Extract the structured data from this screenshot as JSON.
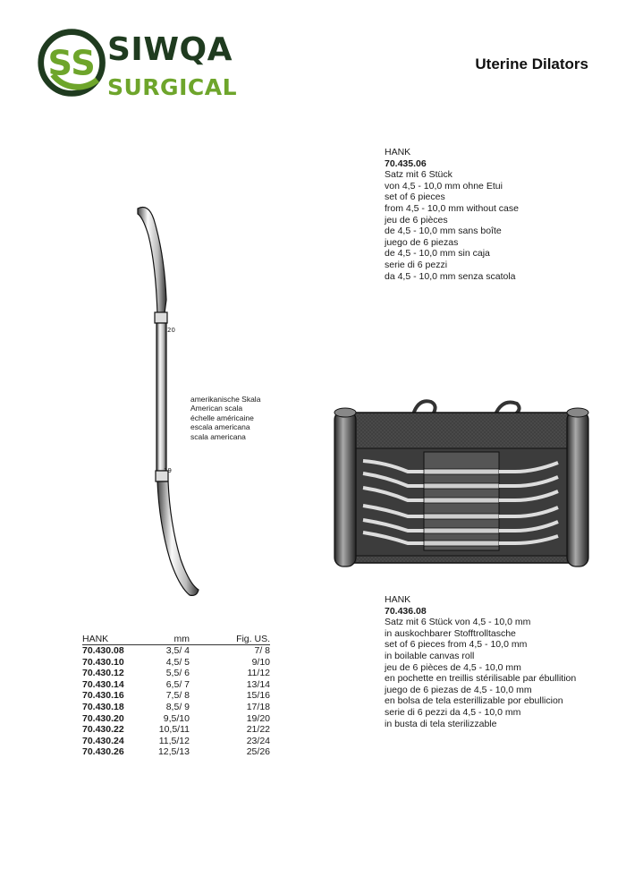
{
  "header": {
    "brand_line1": "SIWQA",
    "brand_line2": "SURGICAL",
    "logo_letters": "SS",
    "title": "Uterine Dilators",
    "colors": {
      "dark_green": "#1f3b1f",
      "light_green": "#6ea52b"
    }
  },
  "product1": {
    "brand": "HANK",
    "code": "70.435.06",
    "lines": [
      "Satz mit 6 Stück",
      "von 4,5 - 10,0 mm ohne Etui",
      "set of 6 pieces",
      "from 4,5 - 10,0 mm without case",
      "jeu de 6 pièces",
      "de 4,5 - 10,0 mm sans boîte",
      "juego de 6 piezas",
      "de 4,5 - 10,0 mm sin caja",
      "serie di 6 pezzi",
      "da 4,5 - 10,0 mm senza scatola"
    ]
  },
  "product2": {
    "brand": "HANK",
    "code": "70.436.08",
    "lines": [
      "Satz mit 6 Stück von 4,5 - 10,0 mm",
      "in auskochbarer Stofftrolltasche",
      "set of 6 pieces from 4,5 - 10,0 mm",
      "in boilable canvas roll",
      "jeu de 6 pièces de 4,5 - 10,0 mm",
      "en pochette en treillis stérilisable par ébullition",
      "juego de 6 piezas de 4,5 - 10,0 mm",
      "en bolsa de tela esterillizable por ebullicion",
      "serie di 6 pezzi da 4,5 - 10,0 mm",
      "in busta di tela sterilizzable"
    ]
  },
  "scale_note": {
    "lines": [
      "amerikanische Skala",
      "American scala",
      "échelle américaine",
      "escala americana",
      "scala americana"
    ]
  },
  "dilator_marks": {
    "top": "20",
    "bottom": "19"
  },
  "table": {
    "headers": [
      "HANK",
      "mm",
      "Fig. US."
    ],
    "rows": [
      [
        "70.430.08",
        "3,5/ 4",
        "7/ 8"
      ],
      [
        "70.430.10",
        "4,5/ 5",
        "9/10"
      ],
      [
        "70.430.12",
        "5,5/ 6",
        "11/12"
      ],
      [
        "70.430.14",
        "6,5/ 7",
        "13/14"
      ],
      [
        "70.430.16",
        "7,5/ 8",
        "15/16"
      ],
      [
        "70.430.18",
        "8,5/ 9",
        "17/18"
      ],
      [
        "70.430.20",
        "9,5/10",
        "19/20"
      ],
      [
        "70.430.22",
        "10,5/11",
        "21/22"
      ],
      [
        "70.430.24",
        "11,5/12",
        "23/24"
      ],
      [
        "70.430.26",
        "12,5/13",
        "25/26"
      ]
    ]
  }
}
